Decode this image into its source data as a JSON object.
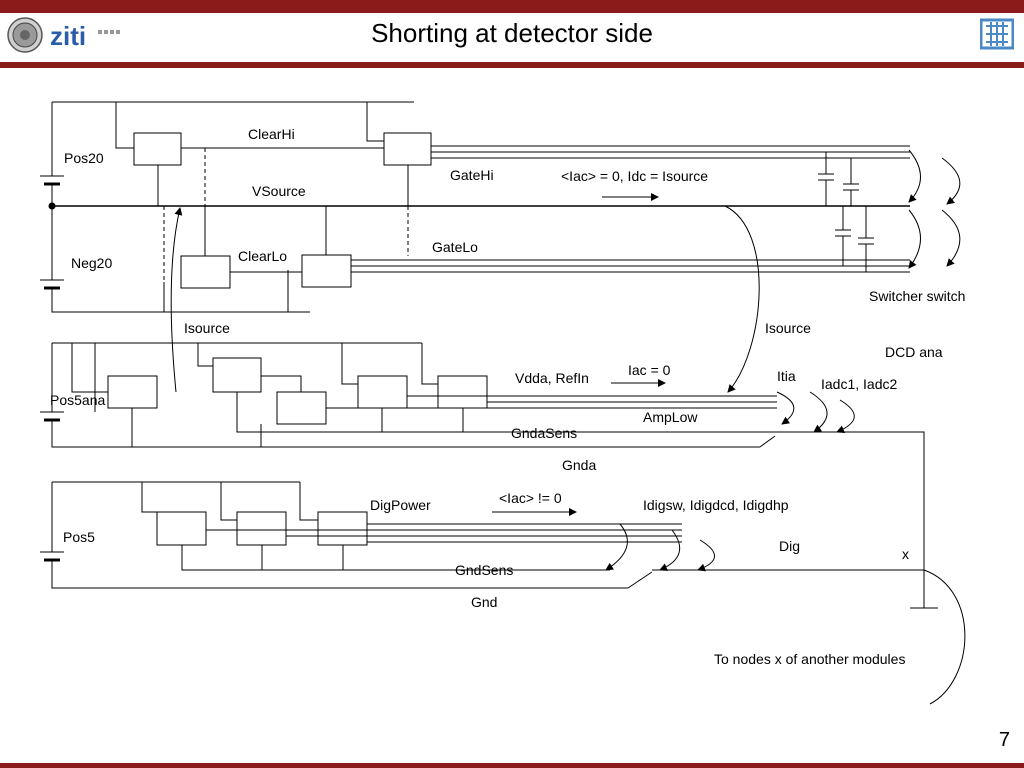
{
  "slide": {
    "title": "Shorting at detector side",
    "page_number": "7",
    "colors": {
      "bar": "#8b1a1a",
      "logo_text": "#2a5da8"
    }
  },
  "logo": {
    "left_text": "ziti",
    "left_seal_icon": "university-seal-icon",
    "right_icon": "institute-logo-icon"
  },
  "labels": {
    "clearhi": "ClearHi",
    "pos20": "Pos20",
    "gatehi": "GateHi",
    "iac_dc": "<Iac> = 0, Idc = Isource",
    "vsource": "VSource",
    "gatelo": "GateLo",
    "clearlo": "ClearLo",
    "neg20": "Neg20",
    "switcher_switch": "Switcher switch",
    "isource_left": "Isource",
    "isource_right": "Isource",
    "dcd_ana": "DCD ana",
    "iac_zero": "Iac = 0",
    "vdda_refin": "Vdda, RefIn",
    "itia": "Itia",
    "iadc": "Iadc1, Iadc2",
    "pos5ana": "Pos5ana",
    "amplow": "AmpLow",
    "gndasens": "GndaSens",
    "gnda": "Gnda",
    "iac_nonzero": "<Iac> != 0",
    "digpower": "DigPower",
    "idig": "Idigsw, Idigdcd, Idigdhp",
    "pos5": "Pos5",
    "dig": "Dig",
    "x": "x",
    "gndsens": "GndSens",
    "gnd": "Gnd",
    "to_nodes": "To nodes x of another modules"
  }
}
